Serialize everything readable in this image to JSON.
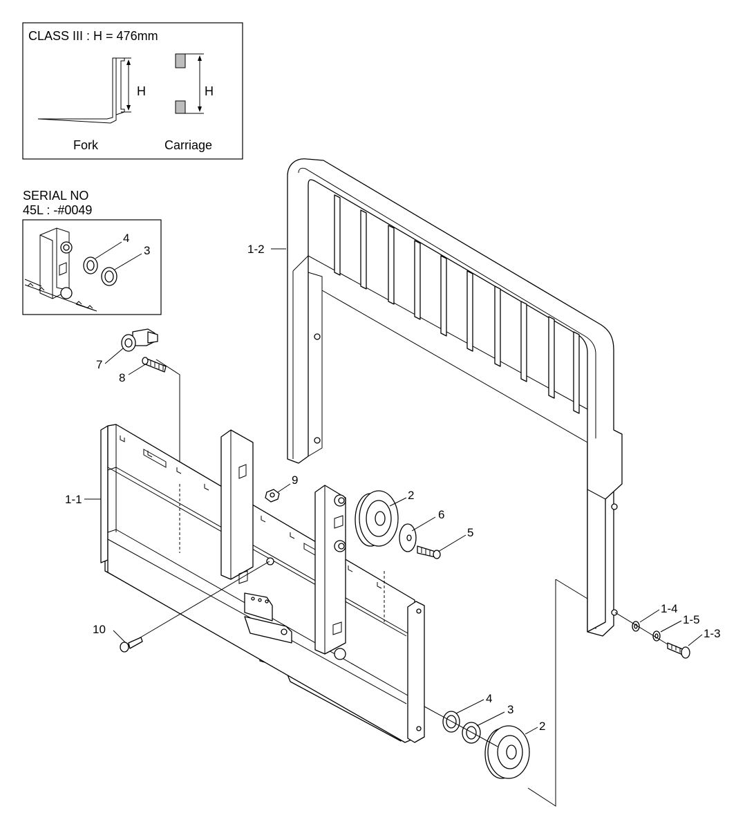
{
  "inset_class": {
    "title": "CLASS III : H = 476mm",
    "fork_label": "Fork",
    "carriage_label": "Carriage",
    "h_label": "H"
  },
  "inset_serial": {
    "line1": "SERIAL NO",
    "line2": "45L : -#0049",
    "callouts": [
      "4",
      "3"
    ]
  },
  "callouts": {
    "c1_1": "1-1",
    "c1_2": "1-2",
    "c1_3": "1-3",
    "c1_4": "1-4",
    "c1_5": "1-5",
    "c2a": "2",
    "c2b": "2",
    "c3": "3",
    "c4": "4",
    "c5": "5",
    "c6": "6",
    "c7": "7",
    "c8": "8",
    "c9": "9",
    "c10": "10"
  }
}
